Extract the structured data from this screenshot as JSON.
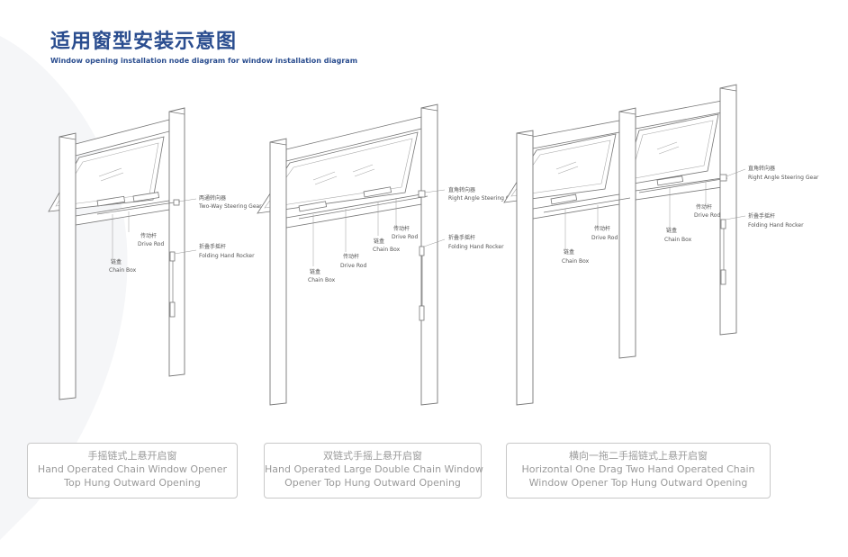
{
  "header": {
    "title": "适用窗型安装示意图",
    "subtitle": "Window opening installation node diagram for window installation diagram"
  },
  "diagrams": [
    {
      "labels": {
        "steering_cn": "两通转向器",
        "steering_en": "Two-Way Steering Gear",
        "driverod_cn": "传动杆",
        "driverod_en": "Drive Rod",
        "rocker_cn": "折叠手摇杆",
        "rocker_en": "Folding Hand Rocker",
        "chainbox_cn": "链盒",
        "chainbox_en": "Chain Box"
      },
      "caption": [
        "手摇链式上悬开启窗",
        "Hand Operated Chain Window Opener",
        "Top Hung Outward Opening"
      ]
    },
    {
      "labels": {
        "steering_cn": "直角转向器",
        "steering_en": "Right Angle Steering Gear",
        "rocker_cn": "折叠手摇杆",
        "rocker_en": "Folding Hand Rocker",
        "driverod_cn": "传动杆",
        "driverod_en": "Drive Rod",
        "chainbox1_cn": "链盒",
        "chainbox1_en": "Chain Box",
        "driverod2_cn": "传动杆",
        "driverod2_en": "Drive Rod",
        "chainbox2_cn": "链盒",
        "chainbox2_en": "Chain Box"
      },
      "caption": [
        "双链式手摇上悬开启窗",
        "Hand Operated Large Double Chain Window",
        "Opener Top Hung Outward Opening"
      ]
    },
    {
      "labels": {
        "steering_cn": "直角转向器",
        "steering_en": "Right Angle Steering Gear",
        "driverod_cn": "传动杆",
        "driverod_en": "Drive Rod",
        "rocker_cn": "折叠手摇杆",
        "rocker_en": "Folding Hand Rocker",
        "chainbox1_cn": "链盒",
        "chainbox1_en": "Chain Box",
        "driverod2_cn": "传动杆",
        "driverod2_en": "Drive Rod",
        "chainbox2_cn": "链盒",
        "chainbox2_en": "Chain Box"
      },
      "caption": [
        "横向一拖二手摇链式上悬开启窗",
        "Horizontal One Drag Two Hand Operated Chain",
        "Window Opener Top Hung Outward Opening"
      ]
    }
  ]
}
